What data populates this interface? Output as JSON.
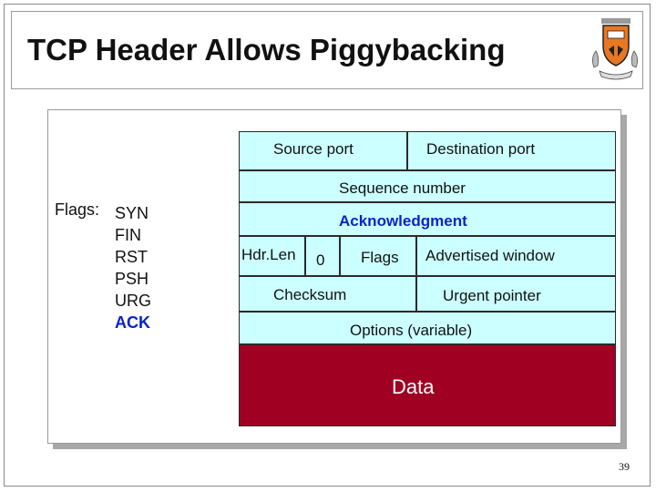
{
  "slide": {
    "title": "TCP Header Allows Piggybacking",
    "page_number": "39"
  },
  "flags": {
    "label": "Flags:",
    "items": [
      "SYN",
      "FIN",
      "RST",
      "PSH",
      "URG",
      "ACK"
    ]
  },
  "header": {
    "source_port": "Source port",
    "destination_port": "Destination port",
    "sequence_number": "Sequence number",
    "acknowledgment": "Acknowledgment",
    "hdr_len": "Hdr.Len",
    "zero": "0",
    "flags": "Flags",
    "advertised_window": "Advertised window",
    "checksum": "Checksum",
    "urgent_pointer": "Urgent pointer",
    "options": "Options (variable)"
  },
  "data_label": "Data",
  "colors": {
    "header_fill": "#ccffff",
    "data_fill": "#a00022",
    "ack_text": "#0a24c8"
  }
}
